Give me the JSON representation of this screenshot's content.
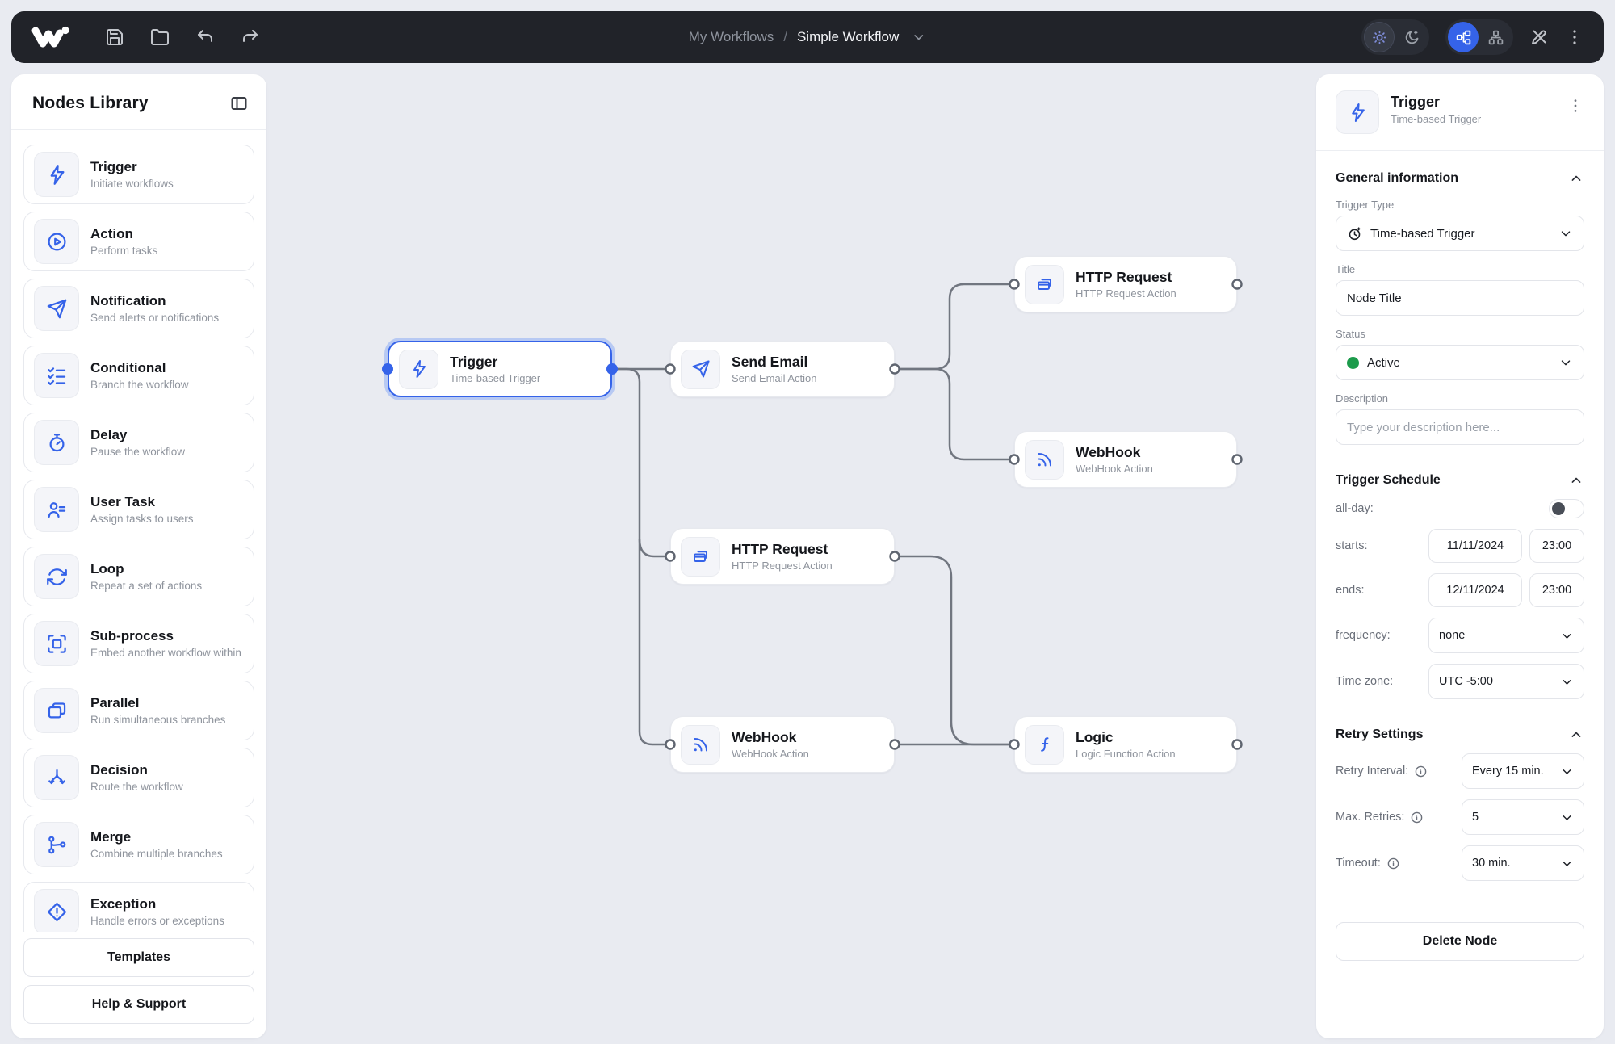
{
  "topbar": {
    "breadcrumb": {
      "parent": "My Workflows",
      "separator": "/",
      "current": "Simple Workflow"
    },
    "icons": [
      "save-icon",
      "folder-icon",
      "undo-icon",
      "redo-icon",
      "light-mode-icon",
      "dark-mode-icon",
      "horizontal-layout-icon",
      "vertical-layout-icon",
      "pen-off-icon",
      "more-options-icon"
    ]
  },
  "sidebar": {
    "title": "Nodes Library",
    "toggle_icon": "panel-collapse-icon",
    "items": [
      {
        "title": "Trigger",
        "subtitle": "Initiate workflows",
        "icon": "lightning-icon"
      },
      {
        "title": "Action",
        "subtitle": "Perform tasks",
        "icon": "play-circle-icon"
      },
      {
        "title": "Notification",
        "subtitle": "Send alerts or notifications",
        "icon": "send-icon"
      },
      {
        "title": "Conditional",
        "subtitle": "Branch the workflow",
        "icon": "checklist-icon"
      },
      {
        "title": "Delay",
        "subtitle": "Pause the workflow",
        "icon": "stopwatch-icon"
      },
      {
        "title": "User Task",
        "subtitle": "Assign tasks to users",
        "icon": "user-tasks-icon"
      },
      {
        "title": "Loop",
        "subtitle": "Repeat a set of actions",
        "icon": "loop-icon"
      },
      {
        "title": "Sub-process",
        "subtitle": "Embed another workflow within",
        "icon": "frame-icon"
      },
      {
        "title": "Parallel",
        "subtitle": "Run simultaneous branches",
        "icon": "layers-icon"
      },
      {
        "title": "Decision",
        "subtitle": "Route the workflow",
        "icon": "split-arrows-icon"
      },
      {
        "title": "Merge",
        "subtitle": "Combine multiple branches",
        "icon": "merge-icon"
      },
      {
        "title": "Exception",
        "subtitle": "Handle errors or exceptions",
        "icon": "alert-diamond-icon"
      }
    ],
    "buttons": {
      "templates": "Templates",
      "help": "Help & Support"
    }
  },
  "canvas": {
    "nodes": [
      {
        "title": "Trigger",
        "subtitle": "Time-based Trigger",
        "icon": "lightning-icon",
        "selected": true
      },
      {
        "title": "Send Email",
        "subtitle": "Send Email Action",
        "icon": "send-icon"
      },
      {
        "title": "HTTP Request",
        "subtitle": "HTTP Request Action",
        "icon": "browser-stack-icon"
      },
      {
        "title": "WebHook",
        "subtitle": "WebHook Action",
        "icon": "rss-icon"
      },
      {
        "title": "HTTP Request",
        "subtitle": "HTTP Request Action",
        "icon": "browser-stack-icon"
      },
      {
        "title": "WebHook",
        "subtitle": "WebHook Action",
        "icon": "rss-icon"
      },
      {
        "title": "Logic",
        "subtitle": "Logic Function Action",
        "icon": "function-icon"
      }
    ]
  },
  "inspector": {
    "header": {
      "title": "Trigger",
      "subtitle": "Time-based Trigger",
      "icon": "lightning-icon"
    },
    "general": {
      "section_title": "General information",
      "trigger_type_label": "Trigger Type",
      "trigger_type_value": "Time-based Trigger",
      "trigger_type_icon": "clock-icon",
      "title_label": "Title",
      "title_value": "Node Title",
      "status_label": "Status",
      "status_value": "Active",
      "description_label": "Description",
      "description_placeholder": "Type your description here..."
    },
    "schedule": {
      "section_title": "Trigger Schedule",
      "all_day_label": "all-day:",
      "all_day_on": false,
      "starts_label": "starts:",
      "starts_date": "11/11/2024",
      "starts_time": "23:00",
      "ends_label": "ends:",
      "ends_date": "12/11/2024",
      "ends_time": "23:00",
      "frequency_label": "frequency:",
      "frequency_value": "none",
      "timezone_label": "Time zone:",
      "timezone_value": "UTC -5:00"
    },
    "retry": {
      "section_title": "Retry Settings",
      "interval_label": "Retry Interval:",
      "interval_value": "Every 15 min.",
      "max_label": "Max. Retries:",
      "max_value": "5",
      "timeout_label": "Timeout:",
      "timeout_value": "30 min."
    },
    "delete_button": "Delete Node"
  },
  "colors": {
    "accent": "#3563e9",
    "status_active": "#1c9b4b",
    "topbar_bg": "#212329",
    "canvas_bg": "#e9ebf1",
    "edge": "#717680",
    "selected_ring": "#b7c9f3"
  }
}
